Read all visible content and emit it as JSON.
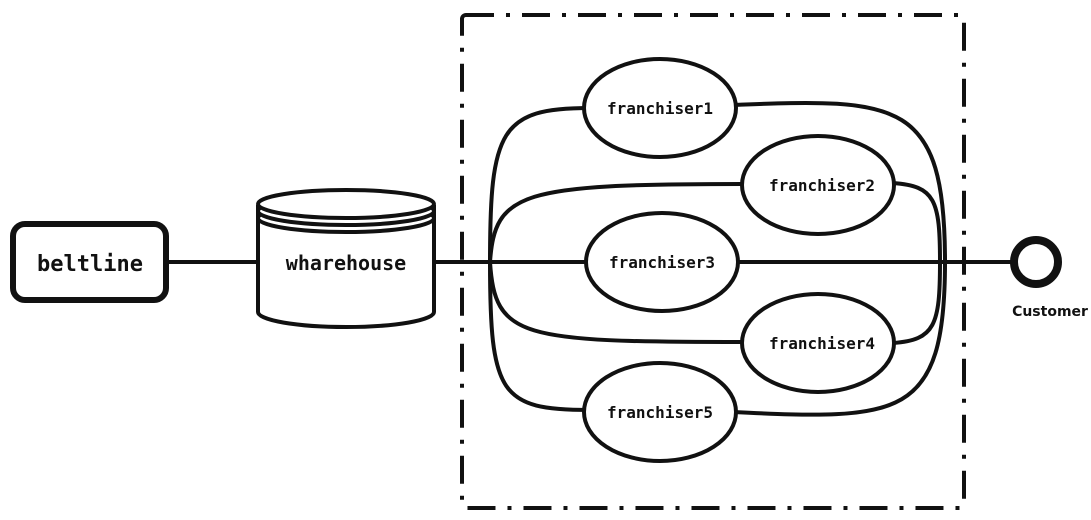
{
  "diagram": {
    "nodes": {
      "beltline": "beltline",
      "wharehouse": "wharehouse",
      "franchiser1": "franchiser1",
      "franchiser2": "franchiser2",
      "franchiser3": "franchiser3",
      "franchiser4": "franchiser4",
      "franchiser5": "franchiser5",
      "customer": "Customer"
    },
    "edges": [
      [
        "beltline",
        "wharehouse"
      ],
      [
        "wharehouse",
        "franchiser1"
      ],
      [
        "wharehouse",
        "franchiser2"
      ],
      [
        "wharehouse",
        "franchiser3"
      ],
      [
        "wharehouse",
        "franchiser4"
      ],
      [
        "wharehouse",
        "franchiser5"
      ],
      [
        "franchiser1",
        "customer"
      ],
      [
        "franchiser2",
        "customer"
      ],
      [
        "franchiser3",
        "customer"
      ],
      [
        "franchiser4",
        "customer"
      ],
      [
        "franchiser5",
        "customer"
      ]
    ],
    "group": "dash-dot boundary around franchisers"
  }
}
